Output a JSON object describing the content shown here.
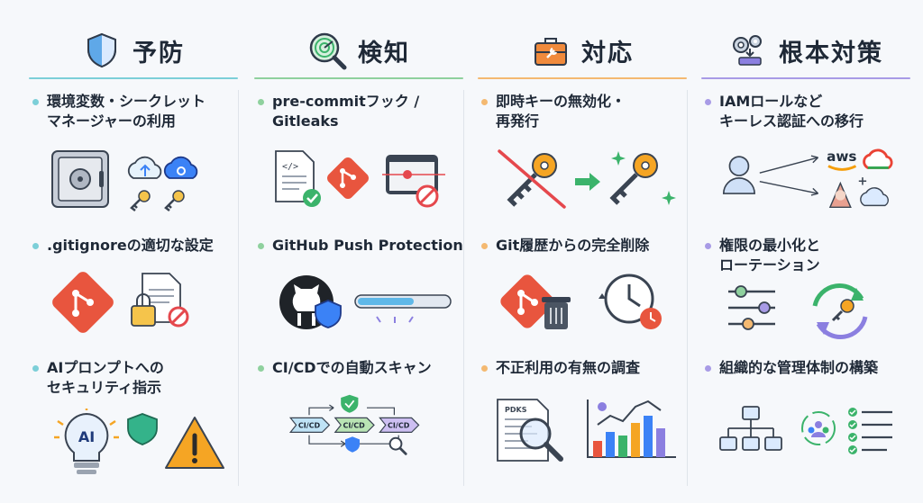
{
  "columns": [
    {
      "title": "予防",
      "icon": "shield-icon",
      "accent": "#7ccfd8",
      "items": [
        {
          "lines": [
            "環境変数・シークレット",
            "マネージャーの利用"
          ],
          "icons": [
            "safe-icon",
            "cloud-upload-icon",
            "cloud-settings-icon",
            "key-icon"
          ]
        },
        {
          "lines": [
            ".gitignoreの適切な設定"
          ],
          "icons": [
            "git-logo-icon",
            "locked-document-icon"
          ]
        },
        {
          "lines": [
            "AIプロンプトへの",
            "セキュリティ指示"
          ],
          "icons": [
            "ai-lightbulb-icon",
            "shield-icon",
            "warning-icon"
          ]
        }
      ]
    },
    {
      "title": "検知",
      "icon": "radar-magnifier-icon",
      "accent": "#8fd19e",
      "items": [
        {
          "lines": [
            "pre-commitフック /",
            "Gitleaks"
          ],
          "icons": [
            "code-document-check-icon",
            "git-logo-icon",
            "scan-block-icon"
          ]
        },
        {
          "lines": [
            "GitHub Push Protection"
          ],
          "icons": [
            "github-logo-icon",
            "shield-icon",
            "progress-bar-icon"
          ]
        },
        {
          "lines": [
            "CI/CDでの自動スキャン"
          ],
          "icons": [
            "pipeline-icon",
            "check-shield-icon",
            "magnifier-icon"
          ],
          "pipeline_label": "CI/CD"
        }
      ]
    },
    {
      "title": "対応",
      "icon": "toolbox-icon",
      "accent": "#f4b971",
      "items": [
        {
          "lines": [
            "即時キーの無効化・",
            "再発行"
          ],
          "icons": [
            "key-crossed-icon",
            "arrow-right-icon",
            "new-key-icon"
          ]
        },
        {
          "lines": [
            "Git履歴からの完全削除"
          ],
          "icons": [
            "git-logo-icon",
            "trash-icon",
            "history-clock-icon"
          ]
        },
        {
          "lines": [
            "不正利用の有無の調査"
          ],
          "icons": [
            "document-magnifier-icon",
            "growth-chart-icon"
          ],
          "doc_label": "PDKS"
        }
      ]
    },
    {
      "title": "根本対策",
      "icon": "gears-icon",
      "accent": "#a89be6",
      "items": [
        {
          "lines": [
            "IAMロールなど",
            "キーレス認証への移行"
          ],
          "icons": [
            "user-icon",
            "aws-logo-icon",
            "google-cloud-icon",
            "cloud-icon"
          ],
          "aws_label": "aws"
        },
        {
          "lines": [
            "権限の最小化と",
            "ローテーション"
          ],
          "icons": [
            "sliders-icon",
            "key-rotation-icon"
          ]
        },
        {
          "lines": [
            "組織的な管理体制の構築"
          ],
          "icons": [
            "org-chart-icon",
            "team-icon",
            "checklist-icon"
          ]
        }
      ]
    }
  ]
}
